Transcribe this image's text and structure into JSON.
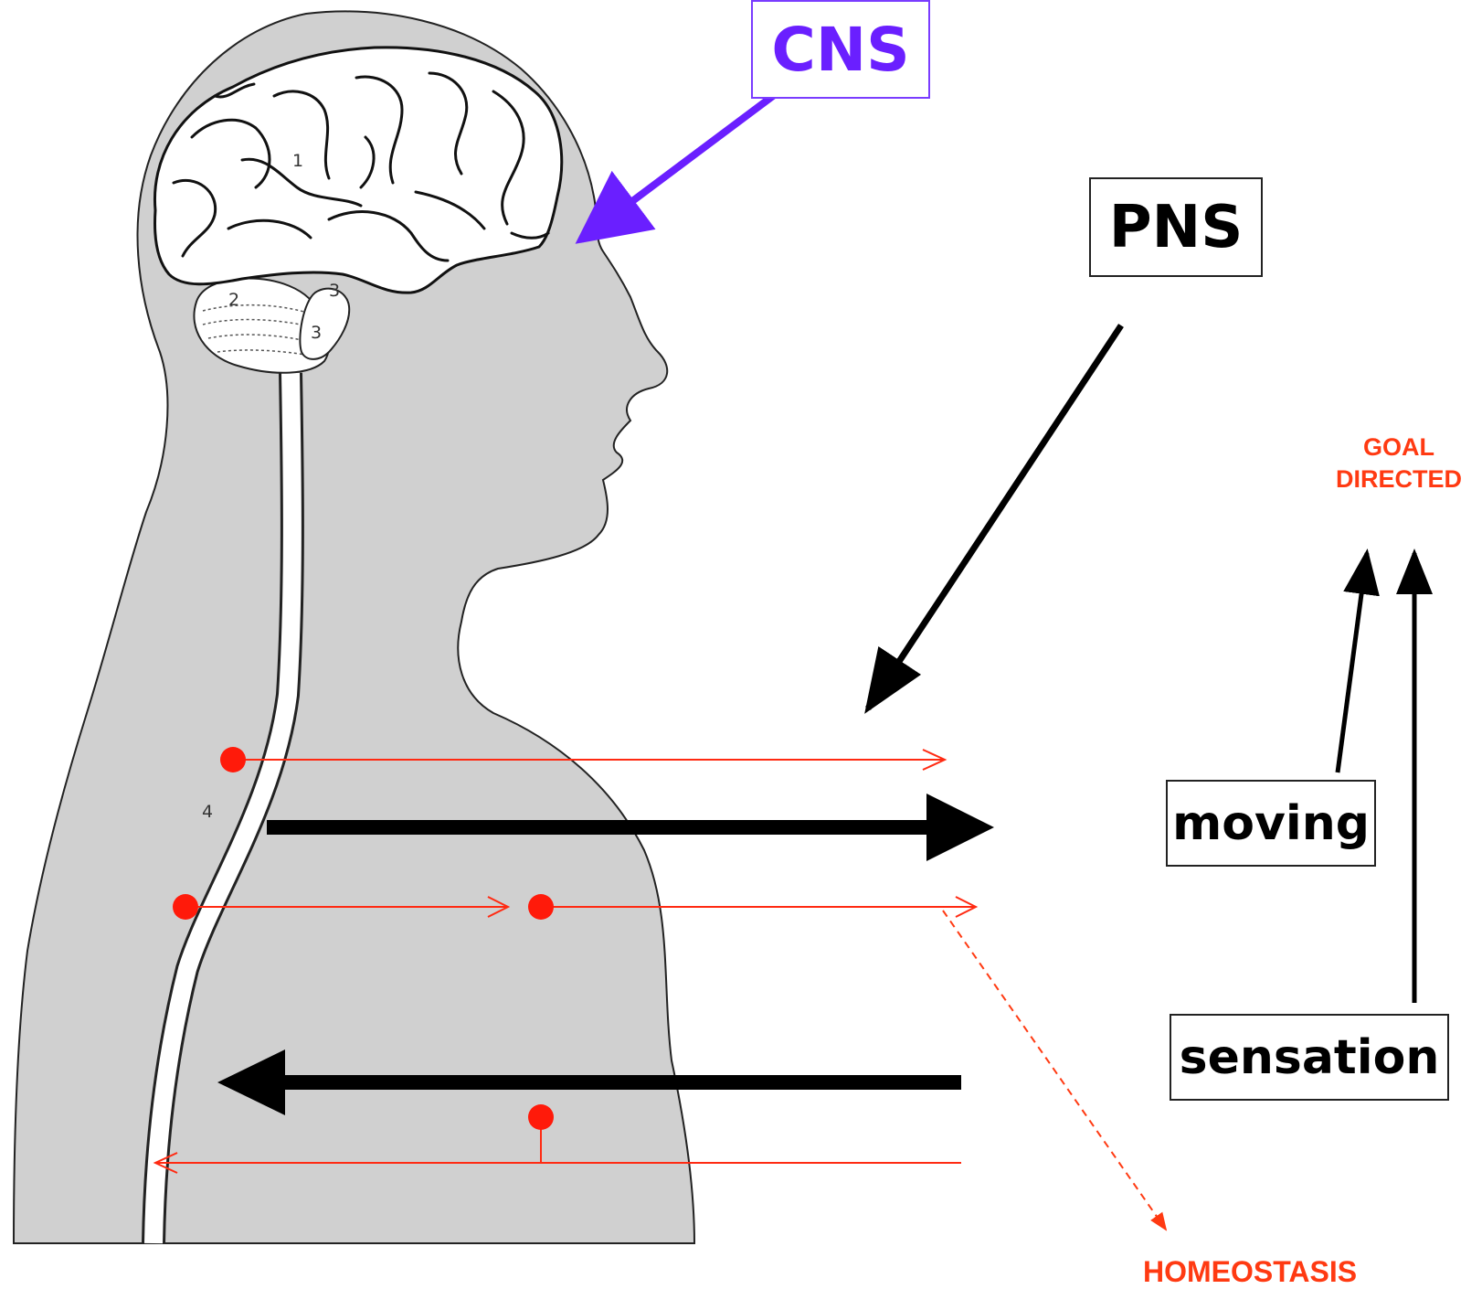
{
  "labels": {
    "cns": "CNS",
    "pns": "PNS",
    "moving": "moving",
    "sensation": "sensation",
    "goal_directed_line1": "GOAL",
    "goal_directed_line2": "DIRECTED",
    "homeostasis": "HOMEOSTASIS"
  },
  "brain_numbers": {
    "n1": "1",
    "n2": "2",
    "n3a": "3",
    "n3b": "3",
    "n4": "4"
  },
  "colors": {
    "cns": "#6a1fff",
    "pathway_red": "#ff2a12",
    "homeostasis_orange": "#ff3a12",
    "body_gray": "#d0d0d0",
    "arrow_black": "#000000"
  }
}
